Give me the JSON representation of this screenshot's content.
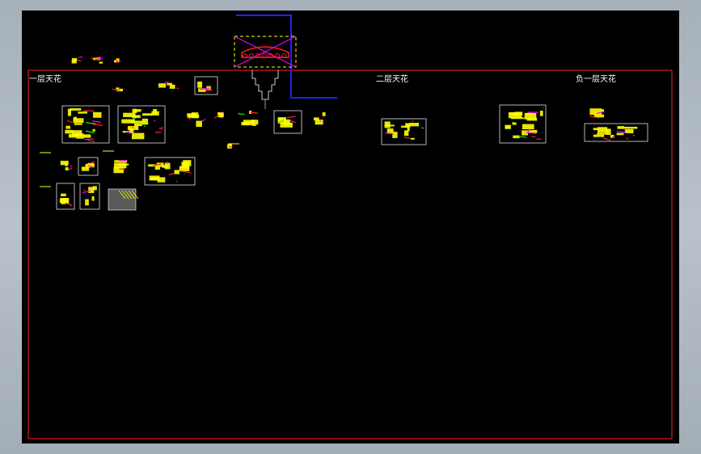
{
  "drawing": {
    "section_labels": [
      "一层天花",
      "二层天花",
      "负一层天花"
    ]
  },
  "colors": {
    "background": "#000000",
    "frame": "#ff2020",
    "wire": "#2020ff",
    "highlight": "#ffff00",
    "accent_red": "#ff2020",
    "accent_magenta": "#ff00ff",
    "accent_green": "#00ff00",
    "line_white": "#ffffff",
    "app_chrome": "#b1bac2"
  }
}
